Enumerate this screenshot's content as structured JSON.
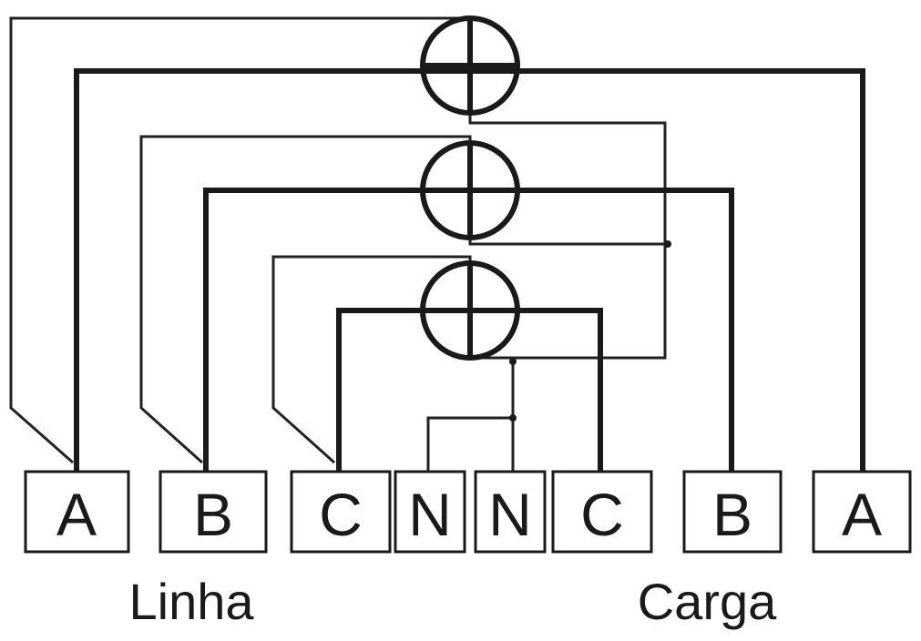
{
  "diagram": {
    "terminals": [
      "A",
      "B",
      "C",
      "N",
      "N",
      "C",
      "B",
      "A"
    ],
    "labels": {
      "line": "Linha",
      "load": "Carga"
    }
  },
  "colors": {
    "wire": "#1a1a1a",
    "background": "#ffffff"
  }
}
